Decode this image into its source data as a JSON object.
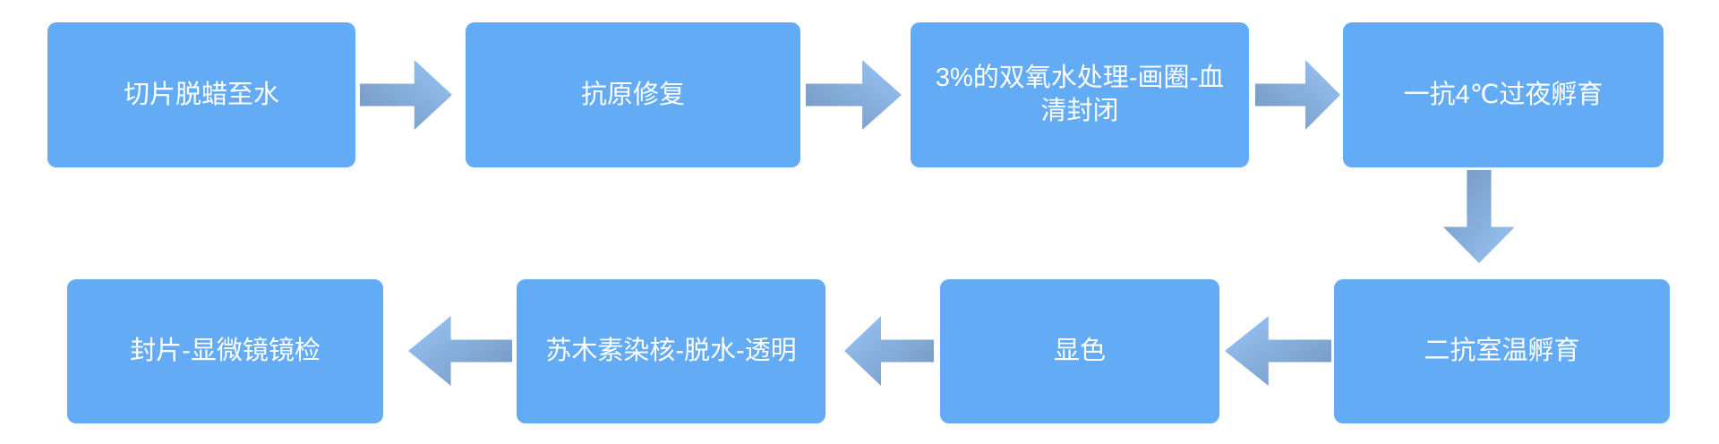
{
  "diagram": {
    "type": "flowchart",
    "colors": {
      "background": "#FFFFFF",
      "box_fill": "#63ABF5",
      "box_text": "#FFFFFF",
      "arrow_gradient_dark": "#7494BE",
      "arrow_gradient_light": "#98C6F6"
    },
    "steps": [
      {
        "label": "切片脱蜡至水"
      },
      {
        "label": "抗原修复"
      },
      {
        "label": "3%的双氧水处理-画圈-血清封闭"
      },
      {
        "label": "一抗4℃过夜孵育"
      },
      {
        "label": "二抗室温孵育"
      },
      {
        "label": "显色"
      },
      {
        "label": "苏木素染核-脱水-透明"
      },
      {
        "label": "封片-显微镜镜检"
      }
    ],
    "arrows": [
      {
        "from": 1,
        "to": 2,
        "direction": "right"
      },
      {
        "from": 2,
        "to": 3,
        "direction": "right"
      },
      {
        "from": 3,
        "to": 4,
        "direction": "right"
      },
      {
        "from": 4,
        "to": 5,
        "direction": "down"
      },
      {
        "from": 5,
        "to": 6,
        "direction": "left"
      },
      {
        "from": 6,
        "to": 7,
        "direction": "left"
      },
      {
        "from": 7,
        "to": 8,
        "direction": "left"
      }
    ]
  }
}
